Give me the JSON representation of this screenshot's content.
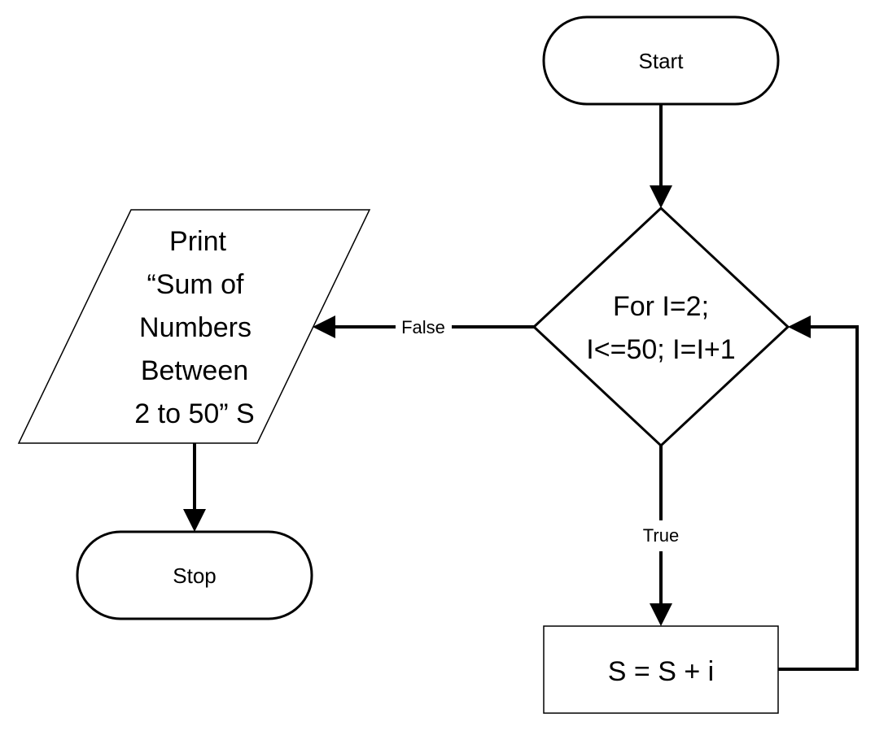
{
  "flowchart": {
    "start": {
      "label": "Start"
    },
    "loop": {
      "line1": "For I=2;",
      "line2": "I<=50; I=I+1"
    },
    "process": {
      "label": "S = S + i"
    },
    "print": {
      "line1": "Print",
      "line2": "“Sum of",
      "line3": "Numbers",
      "line4": "Between",
      "line5": "2 to 50” S"
    },
    "stop": {
      "label": "Stop"
    },
    "edges": {
      "false_label": "False",
      "true_label": "True"
    }
  },
  "colors": {
    "stroke": "#000000",
    "fill": "#ffffff"
  }
}
